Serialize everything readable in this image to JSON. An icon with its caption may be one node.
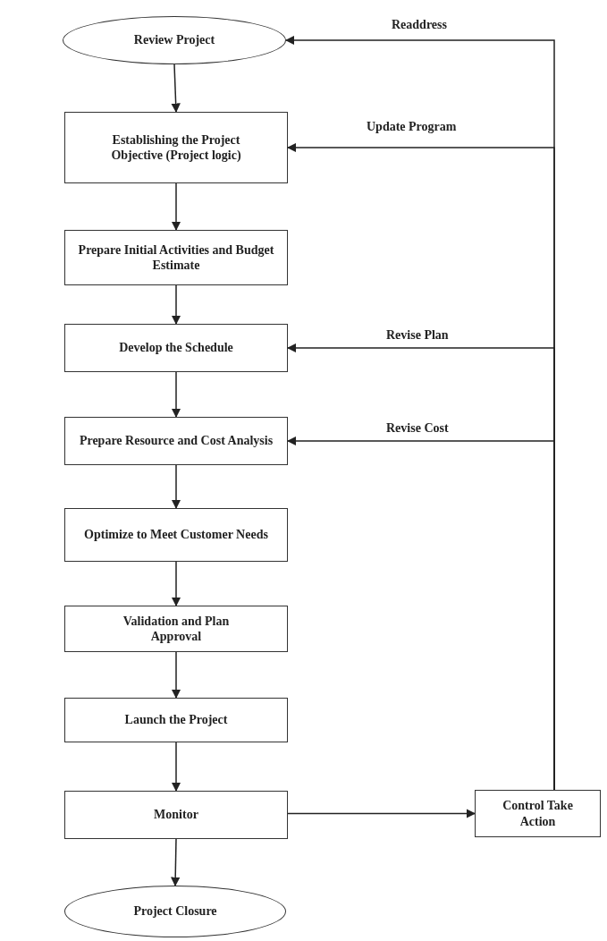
{
  "diagram": {
    "nodes": [
      {
        "text": [
          "Review Project"
        ]
      },
      {
        "text": [
          "Establishing the Project Objective (Project logic)"
        ]
      },
      {
        "text": [
          "Prepare Initial Activities and Budget Estimate"
        ]
      },
      {
        "text": [
          "Develop the Schedule"
        ]
      },
      {
        "text": [
          "Prepare Resource and Cost Analysis"
        ]
      },
      {
        "text": [
          "Optimize to Meet Customer Needs"
        ]
      },
      {
        "text": [
          "Validation and Plan Approval"
        ]
      },
      {
        "text": [
          "Launch the Project"
        ]
      },
      {
        "text": [
          "Monitor"
        ]
      },
      {
        "text": [
          "Project Closure"
        ]
      },
      {
        "text": [
          "Control Take Action"
        ]
      }
    ],
    "edges": [
      {
        "from": 0,
        "to": 1,
        "arrow": "to"
      },
      {
        "from": 1,
        "to": 2,
        "arrow": "to"
      },
      {
        "from": 2,
        "to": 3,
        "arrow": "to"
      },
      {
        "from": 3,
        "to": 4,
        "arrow": "to"
      },
      {
        "from": 4,
        "to": 5,
        "arrow": "to"
      },
      {
        "from": 5,
        "to": 6,
        "arrow": "to"
      },
      {
        "from": 6,
        "to": 7,
        "arrow": "to"
      },
      {
        "from": 7,
        "to": 8,
        "arrow": "to"
      },
      {
        "from": 8,
        "to": 9,
        "arrow": "to"
      },
      {
        "from": 8,
        "to": 10,
        "arrow": "to"
      },
      {
        "from": 10,
        "to": 0,
        "arrow": "to",
        "label": "Readdress"
      },
      {
        "from": 10,
        "to": 1,
        "arrow": "to",
        "label": "Update Program"
      },
      {
        "from": 10,
        "to": 3,
        "arrow": "to",
        "label": "Revise Plan"
      },
      {
        "from": 10,
        "to": 4,
        "arrow": "to",
        "label": "Revise Cost"
      }
    ]
  }
}
